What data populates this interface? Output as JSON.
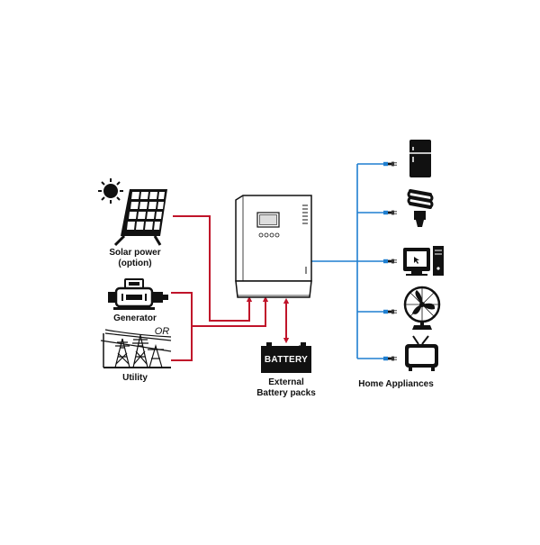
{
  "labels": {
    "solar_line1": "Solar power",
    "solar_line2": "(option)",
    "generator": "Generator",
    "or": "OR",
    "utility": "Utility",
    "battery_line1": "External",
    "battery_line2": "Battery packs",
    "battery_text": "BATTERY",
    "home": "Home Appliances"
  },
  "colors": {
    "input_wire": "#c0142a",
    "output_wire": "#1f7fd0",
    "outline": "#111111"
  },
  "icons": [
    "sun-icon",
    "solar-panel-icon",
    "generator-icon",
    "power-tower-icon",
    "inverter-icon",
    "battery-icon",
    "refrigerator-icon",
    "cfl-bulb-icon",
    "computer-icon",
    "fan-icon",
    "tv-icon"
  ]
}
